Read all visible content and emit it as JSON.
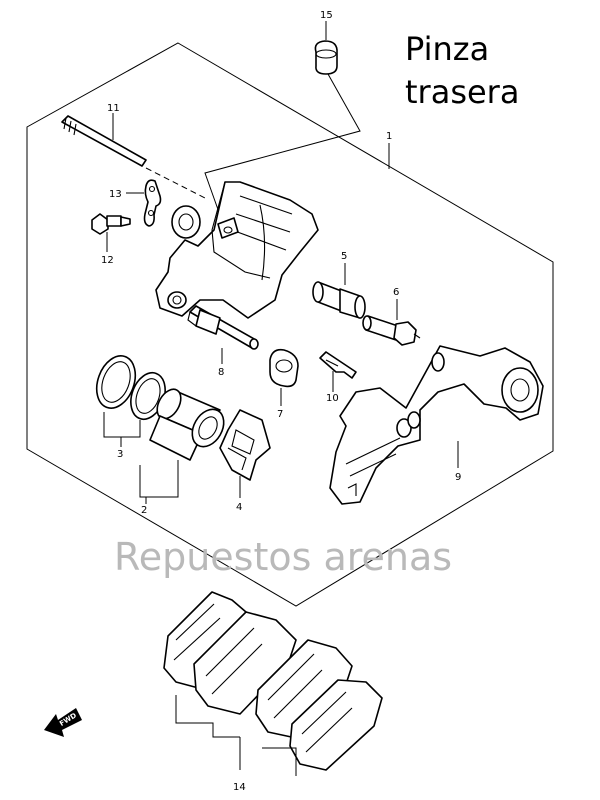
{
  "title": {
    "line1": "Pinza",
    "line2": "trasera"
  },
  "watermark": "Repuestos arenas",
  "forward_arrow_label": "FWD",
  "callouts": {
    "p1": "1",
    "p2": "2",
    "p3": "3",
    "p4": "4",
    "p5": "5",
    "p6": "6",
    "p7": "7",
    "p8": "8",
    "p9": "9",
    "p10": "10",
    "p11": "11",
    "p12": "12",
    "p13": "13",
    "p14": "14",
    "p15": "15"
  },
  "colors": {
    "line": "#000000",
    "watermark": "#b9b9b9",
    "background": "#ffffff"
  }
}
